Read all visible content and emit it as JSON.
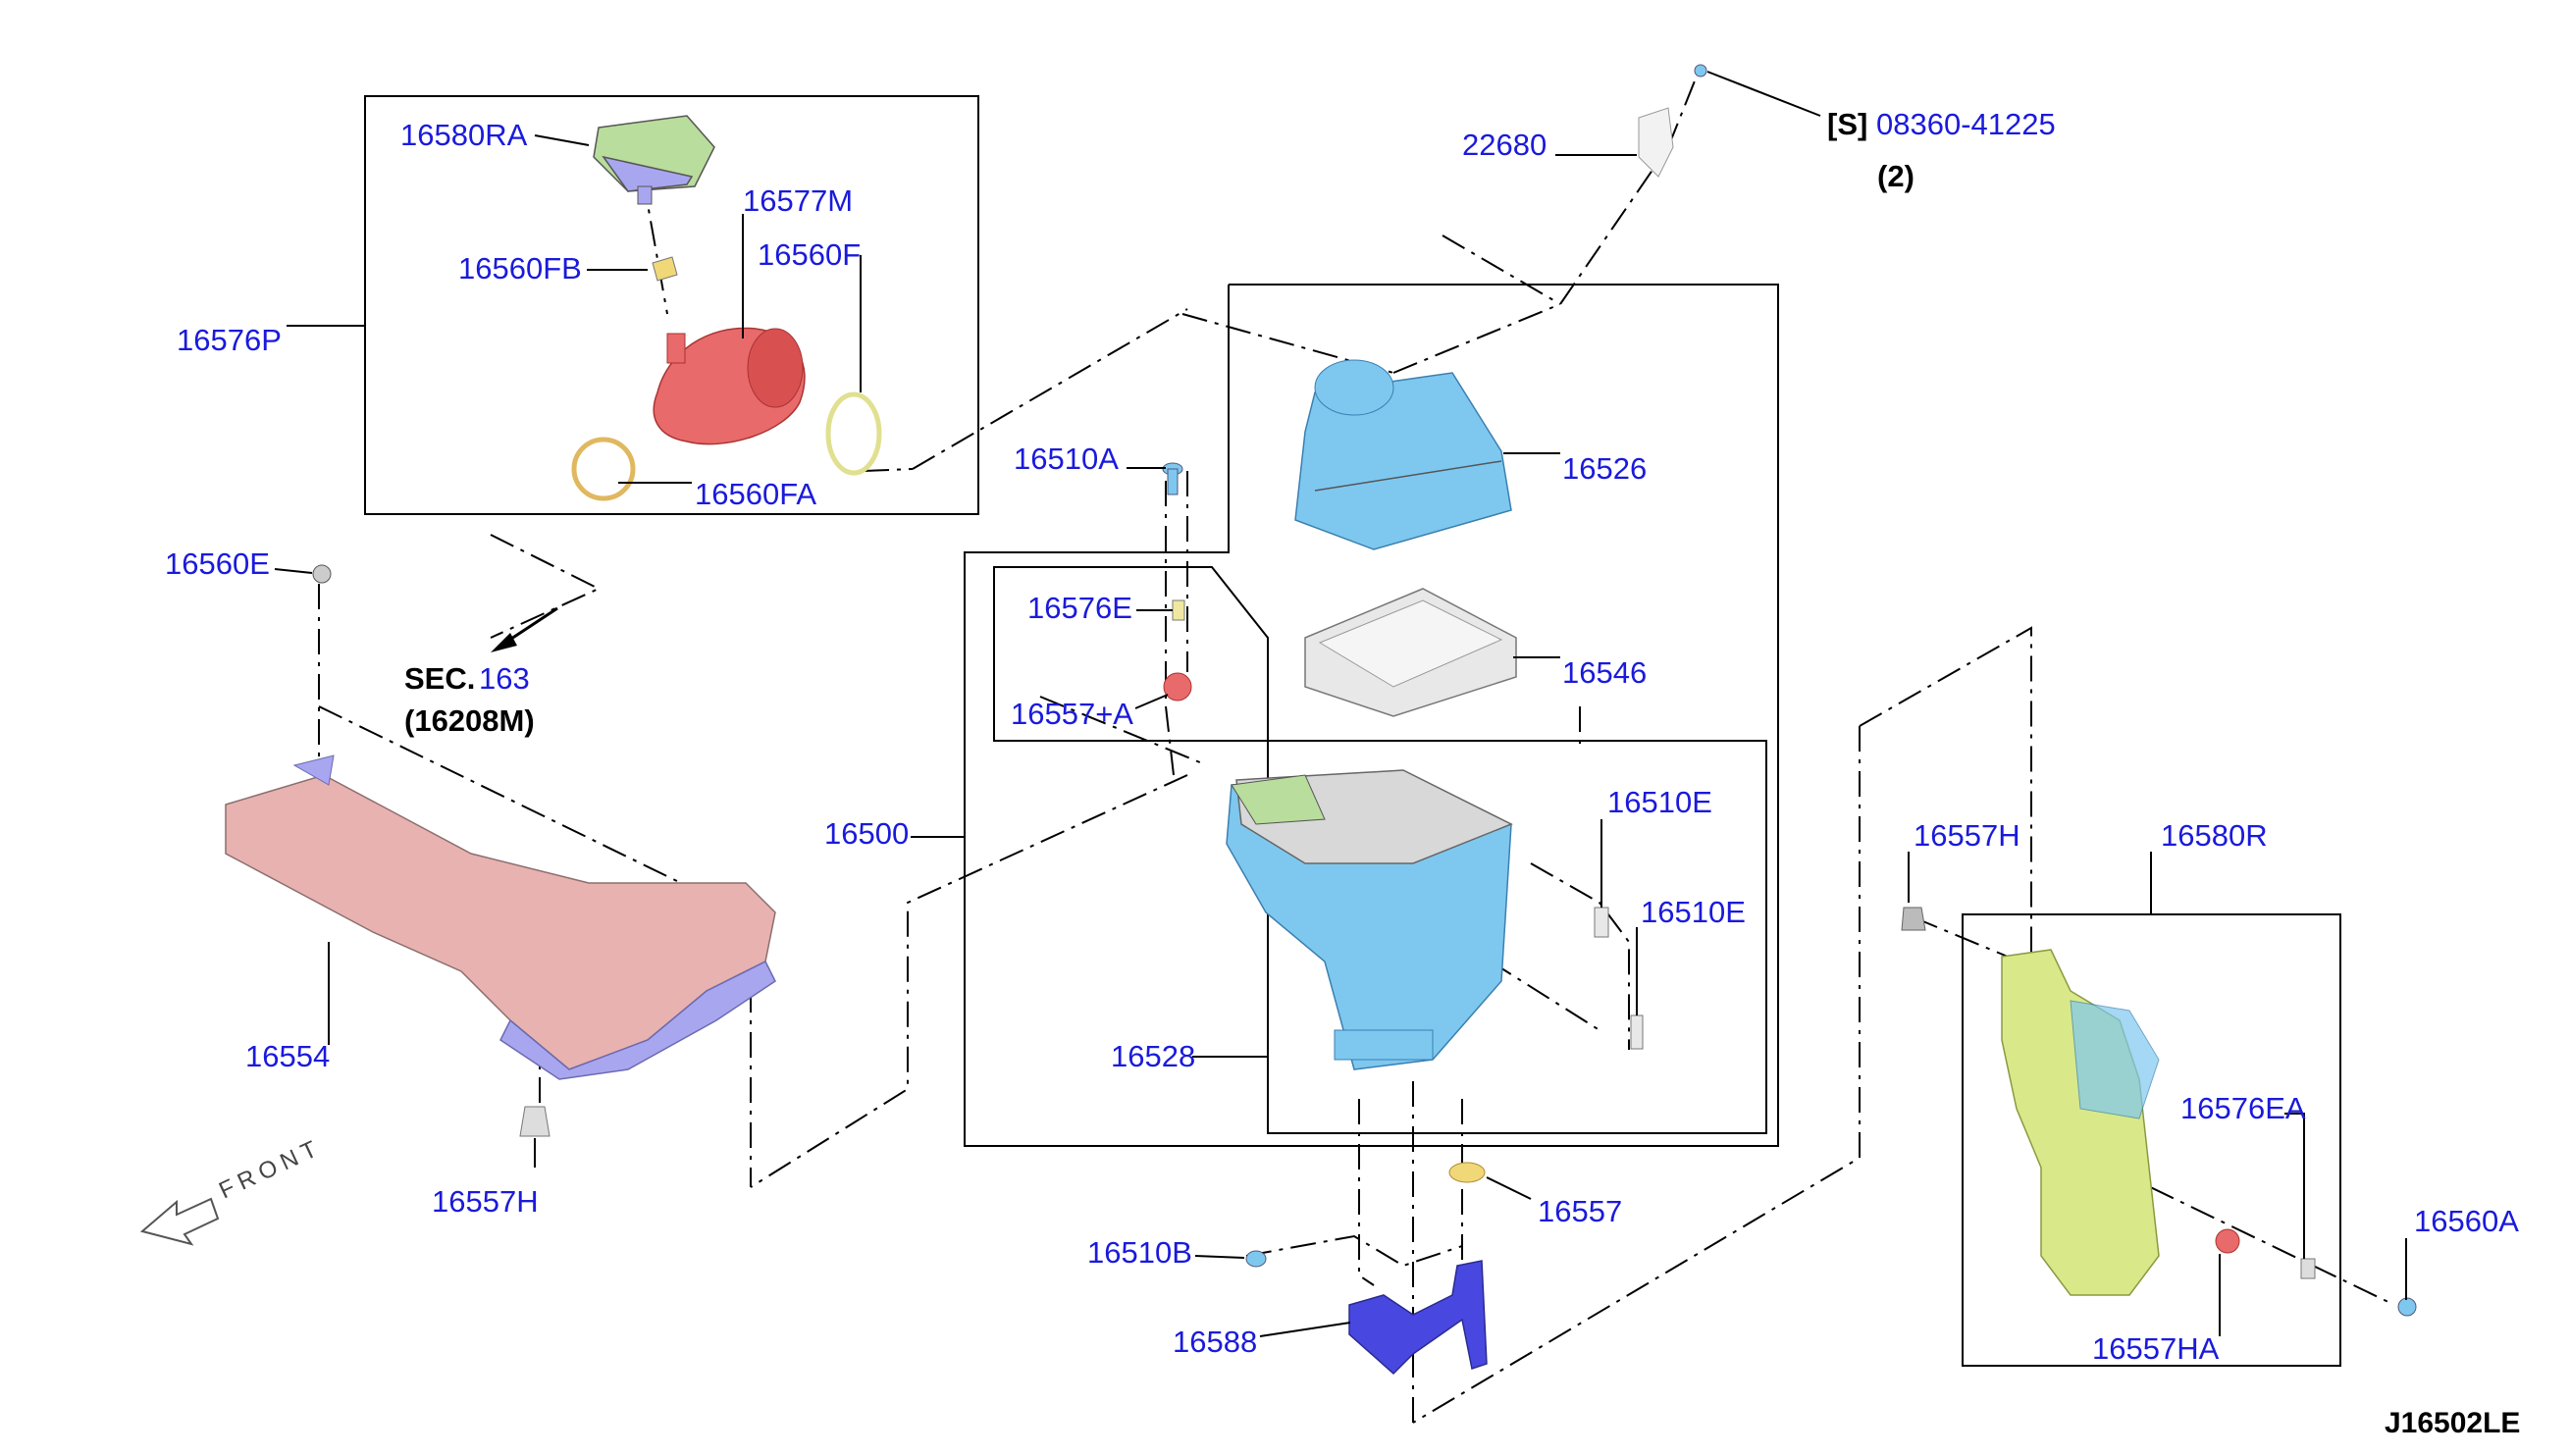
{
  "diagram_code": "J16502LE",
  "front_label": "FRONT",
  "sec_ref": {
    "prefix": "SEC.",
    "number": "163",
    "sub": "(16208M)"
  },
  "screw_ref": {
    "tag": "[S]",
    "part": "08360-41225",
    "qty": "(2)"
  },
  "labels": {
    "p16580RA": "16580RA",
    "p16577M": "16577M",
    "p16560FB": "16560FB",
    "p16560F": "16560F",
    "p16576P": "16576P",
    "p16560FA": "16560FA",
    "p22680": "22680",
    "p16510A": "16510A",
    "p16526": "16526",
    "p16560E": "16560E",
    "p16576E": "16576E",
    "p16546": "16546",
    "p16557A": "16557+A",
    "p16510E_1": "16510E",
    "p16510E_2": "16510E",
    "p16500": "16500",
    "p16557H_1": "16557H",
    "p16580R": "16580R",
    "p16554": "16554",
    "p16528": "16528",
    "p16576EA": "16576EA",
    "p16557H_2": "16557H",
    "p16557": "16557",
    "p16560A": "16560A",
    "p16510B": "16510B",
    "p16588": "16588",
    "p16557HA": "16557HA"
  },
  "colors": {
    "label_blue": "#1a1adc",
    "airbox_blue": "#7ec8f0",
    "duct_pink": "#e8b2b0",
    "duct_purple": "#a9a6f0",
    "resonator_yellow": "#d9e98a",
    "hose_red": "#e86a6a",
    "clamp_yellow": "#f0d878",
    "filter_gray": "#e8e8e8",
    "lid_green": "#b9dd9c",
    "bracket_blue": "#4848e0"
  }
}
